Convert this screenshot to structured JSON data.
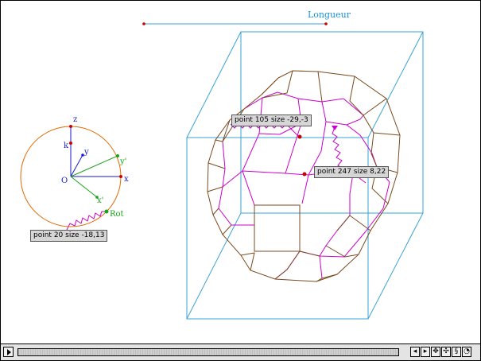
{
  "labels": {
    "longueur": "Longueur",
    "z": "z",
    "k": "k",
    "y": "y",
    "y_prime": "y'",
    "o": "O",
    "x": "x",
    "x_prime": "x'",
    "rot": "Rot"
  },
  "tooltips": {
    "point105": "point 105 size -29,-3",
    "point247": "point 247 size 8,22",
    "point20": "point 20 size -18,13"
  },
  "colors": {
    "cube": "#3aa3d6",
    "outline": "#7b4a1e",
    "inner": "#cc00cc",
    "circle": "#e06a00",
    "axis": "#1a1acc",
    "rotated": "#1aa31a",
    "label_blue": "#1a1acc",
    "point": "#cc0000"
  },
  "toolbar": {
    "icons": [
      "play-icon",
      "slider-track",
      "step-back-icon",
      "step-forward-icon",
      "pan-icon",
      "rotate-icon",
      "spring-icon",
      "zoom-icon"
    ]
  }
}
